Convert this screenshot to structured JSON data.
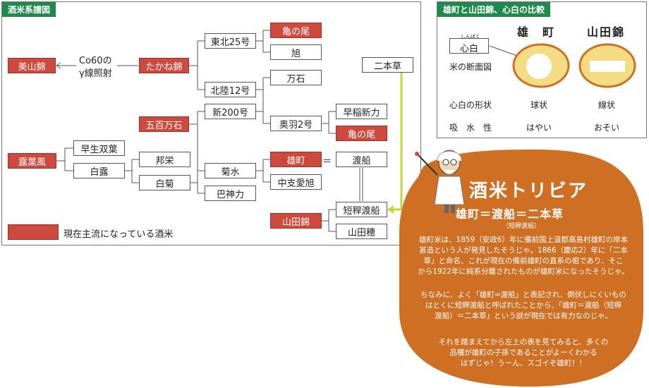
{
  "lineage": {
    "title": "酒米系譜図",
    "legend_text": "現在主流になっている酒米",
    "gamma_line1": "Co60の",
    "gamma_line2": "γ線照射",
    "equals": "＝",
    "nodes": {
      "miyamanishiki": "美山錦",
      "takane": "たかね錦",
      "tohoku25": "東北25号",
      "kamenoo1": "亀の尾",
      "asahi": "旭",
      "hokuriku12": "北陸12号",
      "mangoku": "万石",
      "gohyakumangoku": "五百万石",
      "shin200": "新200号",
      "ou2": "奥羽2号",
      "wasedashinriki": "早稲新力",
      "kamenoo2": "亀の尾",
      "rojohu": "露葉風",
      "wasesoyo": "早生双葉",
      "hakuro": "白露",
      "hoei": "邦栄",
      "shiragiku": "白菊",
      "kikusui": "菊水",
      "tomoeshinriki": "巴神力",
      "omachi": "雄町",
      "nakashinaasahi": "中支愛旭",
      "watarifune": "渡船",
      "nihonso": "二本草",
      "tankanwatarifune": "短稈渡船",
      "yamadabo": "山田穂",
      "yamadanishiki": "山田錦"
    }
  },
  "comparison": {
    "title": "雄町と山田錦、心白の比較",
    "col1": "雄　町",
    "col2": "山田錦",
    "shinpaku_ruby": "しんぱく",
    "shinpaku_label": "心白",
    "cross_section": "米の断面図",
    "shape_label": "心白の形状",
    "shape_omachi": "球状",
    "shape_yamada": "線状",
    "absorb_label": "吸　水　性",
    "absorb_omachi": "はやい",
    "absorb_yamada": "おそい"
  },
  "trivia": {
    "title": "酒米トリビア",
    "subtitle": "雄町＝渡船＝二本草",
    "note": "（短稈渡船）",
    "para1_l1": "雄町米は、1859（安政6）年に備前国上道郡高島村雄町の岸本",
    "para1_l2": "甚造という人が発見したそうじゃ。1866（慶応2）年に「二本",
    "para1_l3": "草」と命名、これが現在の備前雄町の直系の祖であり、そこ",
    "para1_l4": "から1922年に純系分離されたものが雄町米になったそうじゃ。",
    "para2_l1": "ちなみに、よく「雄町=渡船」と表記され、倒伏しにくいもの",
    "para2_l2": "はとくに短稈渡船と呼ばれたことから、「雄町＝渡船（短稈",
    "para2_l3": "渡船）＝二本草」という説が現在では有力なのじゃ。",
    "para3_l1": "それを踏まえてから左上の表を見てみると、多くの",
    "para3_l2": "品種が雄町の子孫であることがよーくわかる",
    "para3_l3": "はずじゃ！うーん、スゴイぞ雄町！！"
  },
  "colors": {
    "brand_green": "#1f8a4c",
    "highlight_red": "#cf4a3e",
    "bubble_orange": "#cf6f24",
    "arrow_green": "#c5d63a"
  }
}
